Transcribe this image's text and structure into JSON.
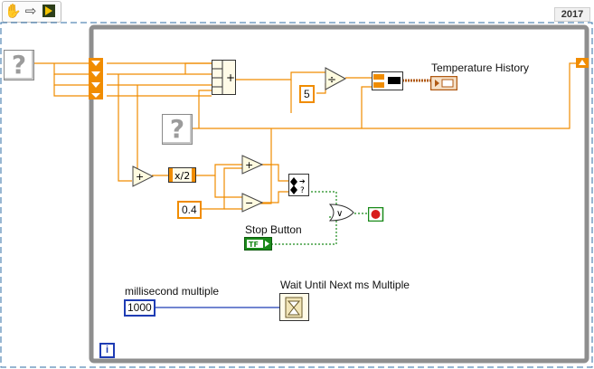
{
  "toolbar": {
    "icons": [
      "grab-hand-icon",
      "run-arrow-icon",
      "vi-icon"
    ],
    "year": "2017"
  },
  "diagram": {
    "constants": {
      "divisor": "5",
      "threshold": "0.4"
    },
    "controls": {
      "millisecond_multiple_value": "1000"
    },
    "labels": {
      "temperature_history": "Temperature History",
      "stop_button": "Stop Button",
      "millisecond_multiple": "millisecond multiple",
      "wait_until": "Wait Until Next ms Multiple"
    },
    "nodes": {
      "unknown": "?",
      "half": "x/2",
      "boolean_tf": "TF",
      "info": "i",
      "add": "+",
      "subtract": "−",
      "divide": "÷",
      "or": "∨",
      "compound_plus": "+"
    }
  },
  "colors": {
    "numeric_wire": "#f08c00",
    "numeric_control_wire": "#1e3cb4",
    "boolean_wire": "#1a8a1a",
    "while_loop_frame": "#8e8e8e",
    "waveform_wire": "#b05a14"
  }
}
